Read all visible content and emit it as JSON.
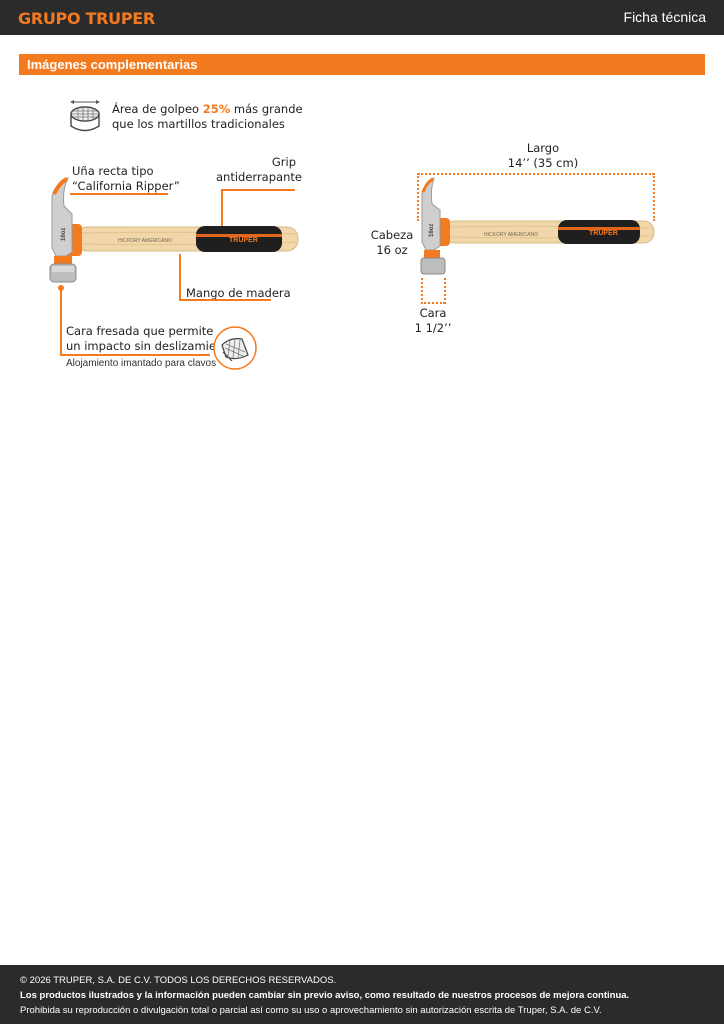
{
  "header": {
    "logo_text": "GRUPO TRUPER",
    "doc_type": "Ficha técnica"
  },
  "section": {
    "title": "Imágenes complementarias"
  },
  "features": {
    "strike_area_pre": "Área de golpeo ",
    "strike_area_pct": "25%",
    "strike_area_post": " más grande",
    "strike_area_line2": "que los martillos tradicionales",
    "claw_line1": "Uña recta tipo",
    "claw_line2": "“California Ripper”",
    "grip_line1": "Grip",
    "grip_line2": "antiderrapante",
    "handle": "Mango de madera",
    "face_line1": "Cara fresada que permite",
    "face_line2": "un impacto sin deslizamiento",
    "magnet": "Alojamiento imantado para clavos"
  },
  "dimensions": {
    "length_label": "Largo",
    "length_in": "14’’",
    "length_cm": " (35 cm)",
    "head_label": "Cabeza",
    "head_value": "16 oz",
    "face_label": "Cara",
    "face_value": "1 1/2’’"
  },
  "hammer": {
    "handle_text": "HICKORY AMERICANO",
    "grip_brand": "TRUPER",
    "head_mark": "16oz"
  },
  "colors": {
    "accent": "#f47a20",
    "dark": "#2b2b2b",
    "wood": "#f1d7a9",
    "grip": "#1f1f1f",
    "steel": "#c9c9c9"
  },
  "footer": {
    "copyright": "© 2026 TRUPER, S.A. DE C.V. TODOS LOS DERECHOS RESERVADOS.",
    "notice": "Los productos ilustrados y la información pueden cambiar sin previo aviso, como resultado de nuestros procesos de mejora continua.",
    "prohibition": "Prohibida su reproducción o divulgación total o parcial así como su uso o aprovechamiento sin autorización escrita de Truper, S.A. de C.V."
  }
}
